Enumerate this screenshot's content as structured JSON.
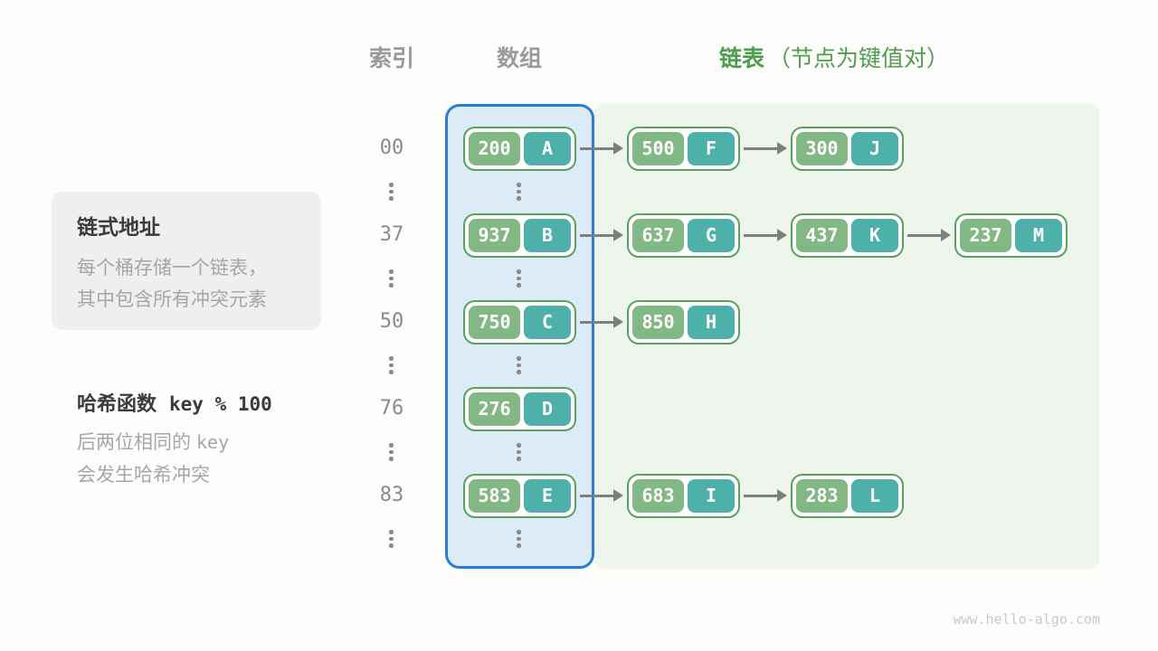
{
  "header": {
    "index_label": "索引",
    "array_label": "数组",
    "list_label": "链表",
    "list_note": "（节点为键值对）"
  },
  "info_box": {
    "title": "链式地址",
    "line1": "每个桶存储一个链表，",
    "line2": "其中包含所有冲突元素"
  },
  "hash_note": {
    "title_text": "哈希函数",
    "title_code": "key % 100",
    "line1_text": "后两位相同的",
    "line1_code": "key",
    "line2_text": "会发生哈希冲突"
  },
  "buckets": [
    {
      "index": "00",
      "nodes": [
        {
          "key": "200",
          "value": "A"
        },
        {
          "key": "500",
          "value": "F"
        },
        {
          "key": "300",
          "value": "J"
        }
      ]
    },
    {
      "index": "37",
      "nodes": [
        {
          "key": "937",
          "value": "B"
        },
        {
          "key": "637",
          "value": "G"
        },
        {
          "key": "437",
          "value": "K"
        },
        {
          "key": "237",
          "value": "M"
        }
      ]
    },
    {
      "index": "50",
      "nodes": [
        {
          "key": "750",
          "value": "C"
        },
        {
          "key": "850",
          "value": "H"
        }
      ]
    },
    {
      "index": "76",
      "nodes": [
        {
          "key": "276",
          "value": "D"
        }
      ]
    },
    {
      "index": "83",
      "nodes": [
        {
          "key": "583",
          "value": "E"
        },
        {
          "key": "683",
          "value": "I"
        },
        {
          "key": "283",
          "value": "L"
        }
      ]
    }
  ],
  "watermark": "www.hello-algo.com",
  "colors": {
    "accent_green": "#4f9e4f",
    "header_gray": "#9a9a9a",
    "node_key_bg": "#82b884",
    "node_value_bg": "#4db1a9",
    "node_border": "#58a35b",
    "array_bg": "#dcebf8",
    "array_border": "#2b7cd3",
    "list_bg": "#edf5ed",
    "arrow_gray": "#7f7f7f"
  }
}
